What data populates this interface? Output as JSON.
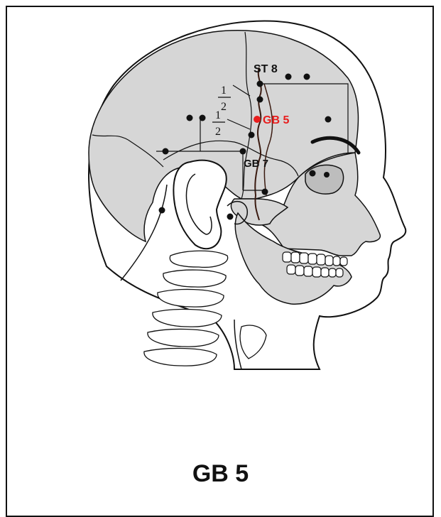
{
  "title": "GB 5",
  "labels": {
    "st8": "ST 8",
    "gb5": "GB 5",
    "gb7": "GB 7",
    "half_top": {
      "num": "1",
      "den": "2"
    },
    "half_bottom": {
      "num": "1",
      "den": "2"
    }
  },
  "colors": {
    "bone": "#d6d6d6",
    "outline": "#111111",
    "highlight": "#e81d1d"
  }
}
